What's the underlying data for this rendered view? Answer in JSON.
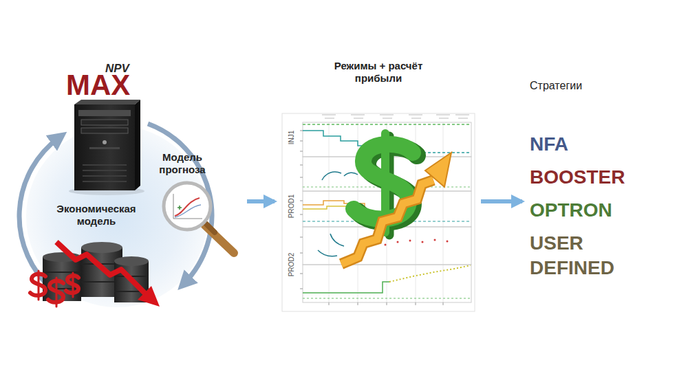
{
  "diagram": {
    "nodes": [
      {
        "text": [
          "NPV",
          "MAX",
          "Модель прогноза",
          "Экономическая модель"
        ]
      },
      {
        "text": [
          "Режимы + расчёт прибыли"
        ]
      },
      {
        "text": [
          "Стратегии",
          "NFA",
          "BOOSTER",
          "OPTRON",
          "USER DEFINED"
        ]
      }
    ],
    "edges": [
      {
        "from": 0,
        "to": 1,
        "arrow": "to"
      },
      {
        "from": 1,
        "to": 2,
        "arrow": "to"
      }
    ],
    "labels": [
      "INJ1",
      "PROD1",
      "PROD2"
    ]
  }
}
